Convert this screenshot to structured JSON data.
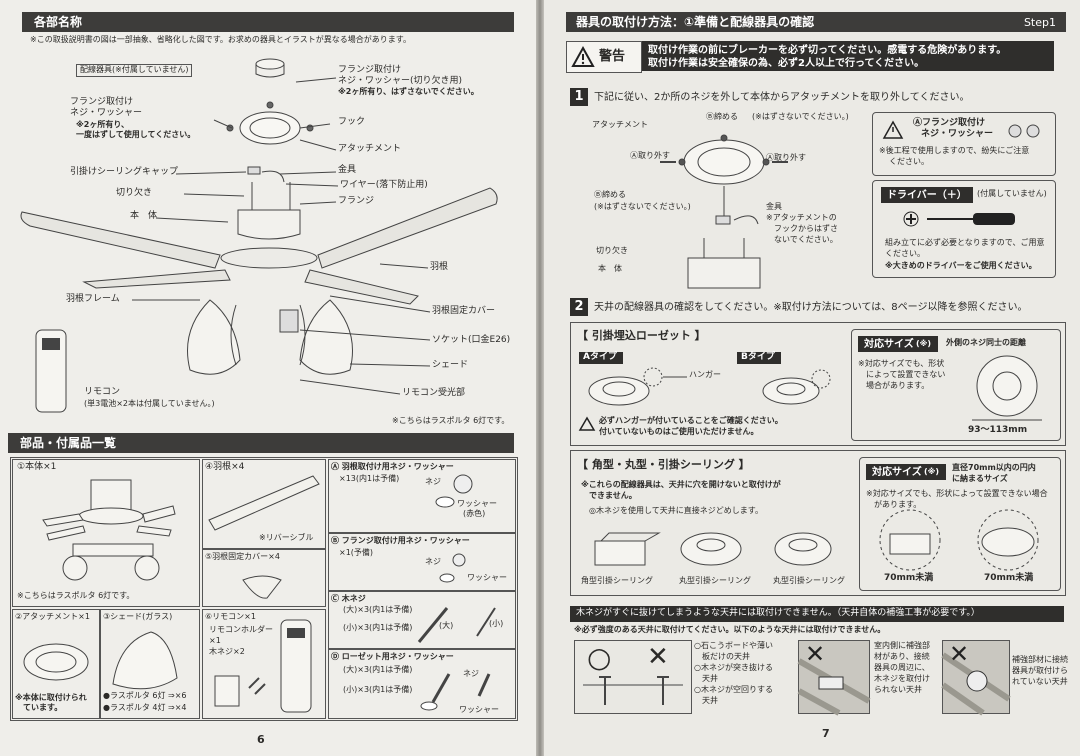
{
  "left": {
    "section1_title": "各部名称",
    "note_top": "※この取扱説明書の図は一部抽象、省略化した図です。お求めの器具とイラストが異なる場合があります。",
    "labels": {
      "haisen": "配線器具(※付属していません)",
      "flange_screw_1": "フランジ取付け",
      "flange_screw_2": "ネジ・ワッシャー(切り欠き用)",
      "flange_screw_note": "※2ヶ所有り、はずさないでください。",
      "flange_left_1": "フランジ取付け",
      "flange_left_2": "ネジ・ワッシャー",
      "flange_left_n1": "※2ヶ所有り、",
      "flange_left_n2": "一度はずして使用してください。",
      "hook": "フック",
      "attachment": "アタッチメント",
      "ceiling_cap": "引掛けシーリングキャップ",
      "kanagu": "金具",
      "wire": "ワイヤー(落下防止用)",
      "kirikaki": "切り欠き",
      "flange": "フランジ",
      "body": "本　体",
      "blade": "羽根",
      "blade_frame": "羽根フレーム",
      "blade_cover": "羽根固定カバー",
      "socket": "ソケット(口金E26)",
      "shade": "シェード",
      "receiver": "リモコン受光部",
      "remote": "リモコン",
      "remote_note": "(単3電池×2本は付属していません。)",
      "rasporta": "※こちらはラスポルタ 6灯です。"
    },
    "section2_title": "部品・付属品一覧",
    "parts": {
      "p1": "①本体×1",
      "p1_note": "※こちらはラスポルタ 6灯です。",
      "p2": "②アタッチメント×1",
      "p2_note_1": "※本体に取付けられ",
      "p2_note_2": "ています。",
      "p3": "③シェード(ガラス)",
      "p3_a": "●ラスポルタ 6灯 ⇒×6",
      "p3_b": "●ラスポルタ 4灯 ⇒×4",
      "p4": "④羽根×4",
      "p4_note": "※リバーシブル",
      "p5": "⑤羽根固定カバー×4",
      "p6": "⑥リモコン×1",
      "p6_holder": "リモコンホルダー",
      "p6_holder_n": "×1",
      "p6_screw": "木ネジ×2",
      "A_title": "Ⓐ 羽根取付け用ネジ・ワッシャー",
      "A_qty": "×13(内1は予備)",
      "A_neji": "ネジ",
      "A_washer": "ワッシャー",
      "A_washer_c": "(赤色)",
      "B_title": "Ⓑ フランジ取付け用ネジ・ワッシャー",
      "B_qty": "×1(予備)",
      "B_neji": "ネジ",
      "B_washer": "ワッシャー",
      "C_title": "Ⓒ 木ネジ",
      "C_large": "(大)×3(内1は予備)",
      "C_small": "(小)×3(内1は予備)",
      "C_dai": "(大)",
      "C_sho": "(小)",
      "D_title": "Ⓓ ローゼット用ネジ・ワッシャー",
      "D_large": "(大)×3(内1は予備)",
      "D_small": "(小)×3(内1は予備)",
      "D_neji": "ネジ",
      "D_washer": "ワッシャー"
    },
    "page_num": "6"
  },
  "right": {
    "header": "器具の取付け方法：①準備と配線器具の確認",
    "step": "Step1",
    "warning_label": "警告",
    "warning_1": "取付け作業の前にブレーカーを必ず切ってください。感電する危険があります。",
    "warning_2": "取付け作業は安全確保の為、必ず2人以上で行ってください。",
    "step1_num": "1",
    "step1_text": "下記に従い、2か所のネジを外して本体からアタッチメントを取り外してください。",
    "d1": {
      "attachment": "アタッチメント",
      "b_shimeru": "Ⓑ締める",
      "b_note": "(※はずさないでください。)",
      "a_torihazusu": "Ⓐ取り外す",
      "a_torihazusu2": "Ⓐ取り外す",
      "b_shimeru2": "Ⓑ締める",
      "b_note2": "(※はずさないでください。)",
      "kanagu": "金具",
      "kanagu_n1": "※アタッチメントの",
      "kanagu_n2": "フックからはずさ",
      "kanagu_n3": "ないでください。",
      "kirikaki": "切り欠き",
      "hontai": "本　体"
    },
    "info1": {
      "title1": "Ⓐフランジ取付け",
      "title2": "ネジ・ワッシャー",
      "note1": "※後工程で使用しますので、紛失にご注意",
      "note2": "ください。"
    },
    "driver": {
      "title": "ドライバー（＋）",
      "sub": "(付属していません)",
      "note1": "組み立てに必ず必要となりますので、ご用意",
      "note2": "ください。",
      "note3": "※大きめのドライバーをご使用ください。"
    },
    "step2_num": "2",
    "step2_text": "天井の配線器具の確認をしてください。※取付け方法については、8ページ以降を参照ください。",
    "rosette": {
      "title": "【 引掛埋込ローゼット 】",
      "a_type": "Aタイプ",
      "b_type": "Bタイプ",
      "hanger": "ハンガー",
      "warn1": "必ずハンガーが付いていることをご確認ください。",
      "warn2": "付いていないものはご使用いただけません。",
      "size_label": "対応サイズ",
      "size_sup": "(※)",
      "size_title": "外側のネジ同士の距離",
      "size_note1": "※対応サイズでも、形状",
      "size_note2": "によって設置できない",
      "size_note3": "場合があります。",
      "size_range": "93〜113mm"
    },
    "ceiling": {
      "title": "【 角型・丸型・引掛シーリング 】",
      "note1": "※これらの配線器具は、天井に穴を開けないと取付けが",
      "note2": "できません。",
      "note3": "◎木ネジを使用して天井に直接ネジどめします。",
      "kaku": "角型引掛シーリング",
      "maru1": "丸型引掛シーリング",
      "maru2": "丸型引掛シーリング",
      "size_label": "対応サイズ",
      "size_sup": "(※)",
      "size_title1": "直径70mm以内の円内",
      "size_title2": "に納まるサイズ",
      "size_note1": "※対応サイズでも、形状によって設置できない場合",
      "size_note2": "があります。",
      "size1": "70mm未満",
      "size2": "70mm未満"
    },
    "bottom": {
      "banner": "木ネジがすぐに抜けてしまうような天井には取付けできません。（天井自体の補強工事が必要です。）",
      "sub": "※必ず強度のある天井に取付けてください。以下のような天井には取付けできません。",
      "circle": "○",
      "cross": "✕",
      "l1": "○石こうボードや薄い",
      "l2": "板だけの天井",
      "l3": "○木ネジが突き抜ける",
      "l4": "天井",
      "l5": "○木ネジが空回りする",
      "l6": "天井",
      "m1": "室内側に補強部",
      "m2": "材があり、接続",
      "m3": "器具の周辺に、",
      "m4": "木ネジを取付け",
      "m5": "られない天井",
      "r1": "補強部材に接続",
      "r2": "器具が取付けら",
      "r3": "れていない天井"
    },
    "page_num": "7"
  }
}
